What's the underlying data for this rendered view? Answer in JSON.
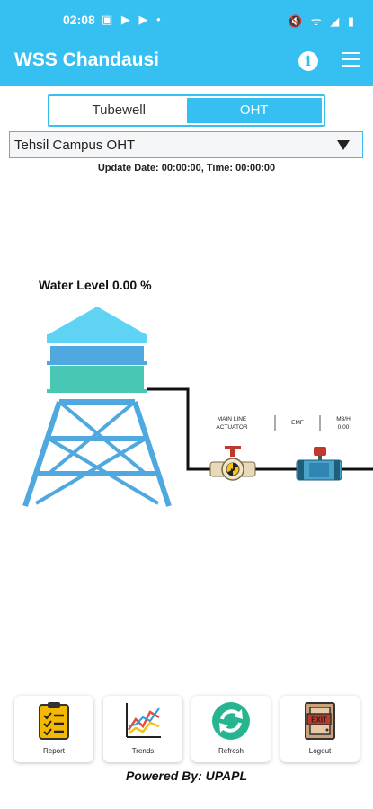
{
  "status_bar": {
    "time": "02:08",
    "left_icons": "▣ ▶ ▶ •",
    "right_icons": "🔇 ᯤ ◢ ▮"
  },
  "app_bar": {
    "title": "WSS Chandausi",
    "info_icon": "info-icon",
    "menu_icon": "hamburger-menu-icon"
  },
  "tabs": [
    {
      "label": "Tubewell",
      "active": false
    },
    {
      "label": "OHT",
      "active": true
    }
  ],
  "dropdown": {
    "selected": "Tehsil Campus OHT"
  },
  "update_text": "Update Date: 00:00:00, Time: 00:00:00",
  "water_level_label": "Water Level 0.00 %",
  "pipeline": {
    "actuator_label_1": "MAIN LINE",
    "actuator_label_2": "ACTUATOR",
    "emf_label": "EMF",
    "flow_unit": "M3/H",
    "flow_value": "0.00"
  },
  "actions": [
    {
      "label": "Report",
      "icon": "report-clipboard-icon"
    },
    {
      "label": "Trends",
      "icon": "trends-chart-icon"
    },
    {
      "label": "Refresh",
      "icon": "refresh-icon"
    },
    {
      "label": "Logout",
      "icon": "exit-door-icon"
    }
  ],
  "footer": {
    "powered_by": "Powered By: UPAPL"
  },
  "colors": {
    "primary": "#36c0f2",
    "tank_top": "#5fd3f3",
    "tank_mid": "#4fa9e0",
    "tank_low": "#48c7b5",
    "tower": "#4fa9e0"
  }
}
